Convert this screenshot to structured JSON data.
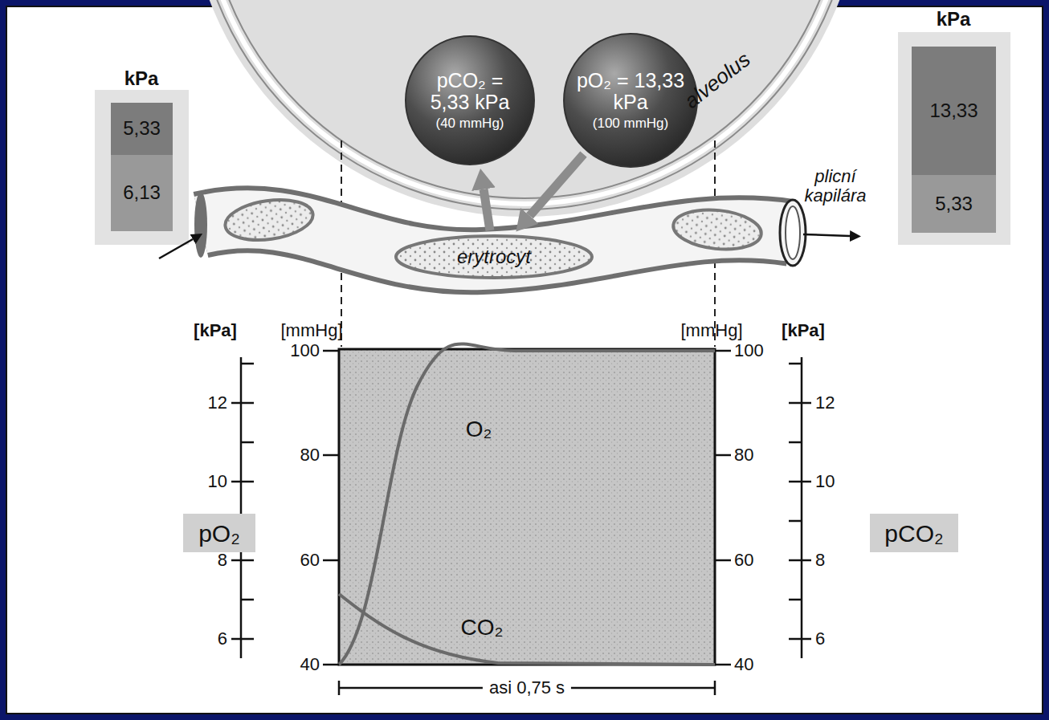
{
  "diagram": {
    "nodes": [
      {
        "text": [
          "5,33"
        ]
      },
      {
        "text": [
          "6,13"
        ]
      },
      {
        "text": [
          "pCO₂ = 5,33 kPa",
          "(40 mmHg)"
        ]
      },
      {
        "text": [
          "pO₂ = 13,33 kPa",
          "(100 mmHg)"
        ]
      },
      {
        "text": [
          "erytrocyt"
        ]
      },
      {
        "text": [
          "13,33"
        ]
      },
      {
        "text": [
          "5,33"
        ]
      },
      {
        "text": [
          "pO₂"
        ]
      },
      {
        "text": [
          "pCO₂"
        ]
      }
    ],
    "edges": [
      {
        "from": 4,
        "to": 2,
        "arrow": "to"
      },
      {
        "from": 3,
        "to": 4,
        "arrow": "to"
      }
    ],
    "labels": [
      "kPa",
      "alveolus",
      "plicní kapilára",
      "kPa",
      "[kPa]",
      "[mmHg]",
      "[mmHg]",
      "[kPa]",
      "100",
      "80",
      "60",
      "40",
      "12",
      "10",
      "8",
      "6",
      "100",
      "80",
      "60",
      "40",
      "12",
      "10",
      "8",
      "6",
      "O₂",
      "CO₂",
      "asi 0,75 s"
    ]
  }
}
